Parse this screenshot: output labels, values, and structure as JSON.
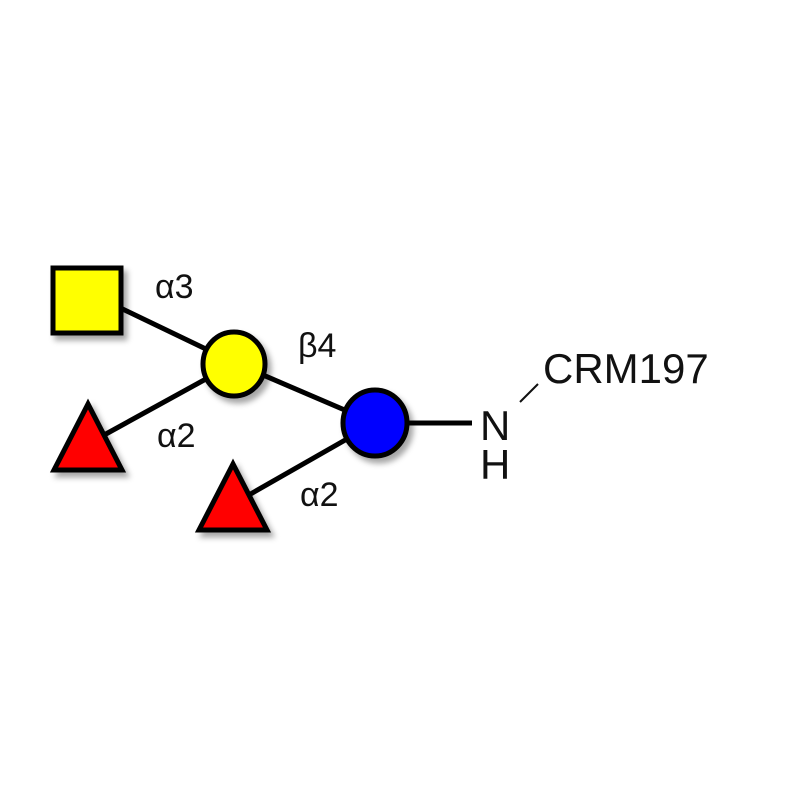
{
  "diagram": {
    "linkages": {
      "square_to_gal": "α3",
      "gal_to_glc": "β4",
      "fuc1_to_gal": "α2",
      "fuc2_to_glc": "α2"
    },
    "linker": {
      "n": "N",
      "h": "H"
    },
    "carrier": "CRM197",
    "colors": {
      "yellow": "#ffff00",
      "blue": "#0000ff",
      "red": "#ff0000",
      "stroke": "#000000"
    }
  }
}
